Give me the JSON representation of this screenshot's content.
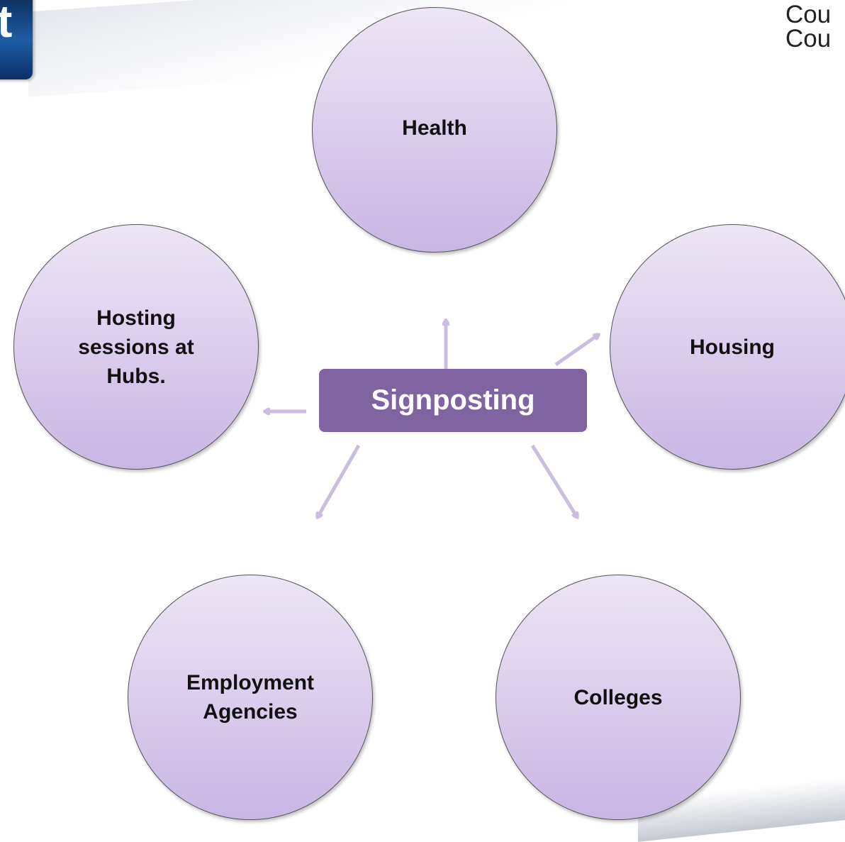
{
  "logo_text": "t",
  "council_text": [
    "Cou",
    "Cou"
  ],
  "center": {
    "label": "Signposting"
  },
  "nodes": {
    "health": "Health",
    "housing": "Housing",
    "colleges": "Colleges",
    "employment": [
      "Employment",
      "Agencies"
    ],
    "hubs": [
      "Hosting",
      "sessions at",
      "Hubs."
    ]
  },
  "colors": {
    "center_fill": "#8064a2",
    "node_fill": "#dbcdec",
    "arrow": "#cbbde0"
  }
}
